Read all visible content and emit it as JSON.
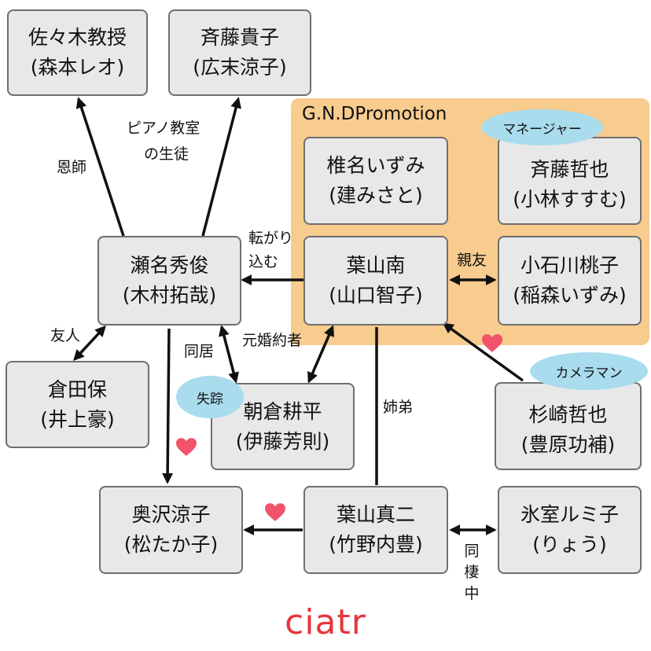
{
  "group": {
    "title": "G.N.DPromotion"
  },
  "nodes": {
    "sasaki": {
      "name": "佐々木教授",
      "actor": "(森本レオ)"
    },
    "saito_takako": {
      "name": "斉藤貴子",
      "actor": "(広末涼子)"
    },
    "shiina": {
      "name": "椎名いずみ",
      "actor": "(建みさと)"
    },
    "saito_tetsuya": {
      "name": "斉藤哲也",
      "actor": "(小林すすむ)"
    },
    "sena": {
      "name": "瀬名秀俊",
      "actor": "(木村拓哉)"
    },
    "hayama_minami": {
      "name": "葉山南",
      "actor": "(山口智子)"
    },
    "koishikawa": {
      "name": "小石川桃子",
      "actor": "(稲森いずみ)"
    },
    "kurata": {
      "name": "倉田保",
      "actor": "(井上豪)"
    },
    "asakura": {
      "name": "朝倉耕平",
      "actor": "(伊藤芳則)"
    },
    "sugisaki": {
      "name": "杉崎哲也",
      "actor": "(豊原功補)"
    },
    "okuzawa": {
      "name": "奥沢涼子",
      "actor": "(松たか子)"
    },
    "hayama_shinji": {
      "name": "葉山真二",
      "actor": "(竹野内豊)"
    },
    "himuro": {
      "name": "氷室ルミ子",
      "actor": "(りょう)"
    }
  },
  "labels": {
    "onshi": "恩師",
    "piano_1": "ピアノ教室",
    "piano_2": "の生徒",
    "korogari_1": "転がり",
    "korogari_2": "込む",
    "shinyu": "親友",
    "yujin": "友人",
    "dokyo": "同居",
    "moto_konyakusha": "元婚約者",
    "shitei": "姉弟",
    "dosei": "同棲中"
  },
  "badges": {
    "manager": "マネージャー",
    "cameraman": "カメラマン",
    "shisso": "失踪"
  },
  "logo": "ciatr",
  "colors": {
    "group_bg": "#f8cb8e",
    "node_bg": "#e8e8e8",
    "node_border": "#6f6f6f",
    "badge_bg": "#a9dced",
    "heart": "#f0536a",
    "logo": "#e8343e"
  }
}
